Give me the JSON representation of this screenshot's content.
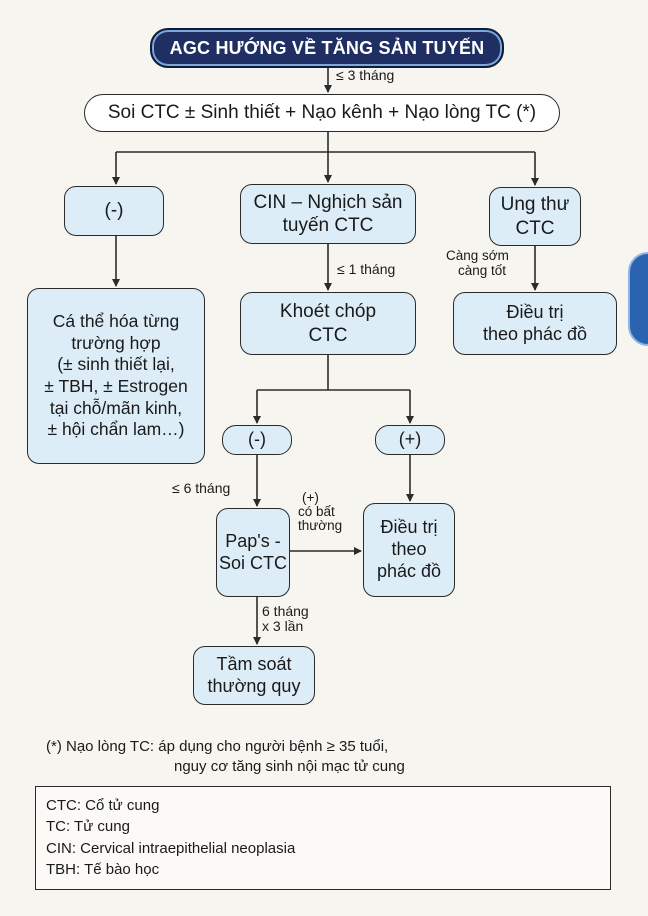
{
  "title": "AGC HƯỚNG VỀ TĂNG SẢN TUYẾN",
  "edge_labels": {
    "title_to_main": "≤ 3 tháng",
    "cin_to_khoet": "≤ 1 tháng",
    "ungthu_to_dieutri": [
      "Càng sớm",
      "càng tốt"
    ],
    "neg_to_paps": "≤ 6 tháng",
    "paps_to_dieutri": [
      "(+)",
      "có bất",
      "thường"
    ],
    "paps_to_tamsoat": [
      "6 tháng",
      "x 3 lần"
    ]
  },
  "nodes": {
    "main_procedure": "Soi CTC ± Sinh thiết + Nạo kênh + Nạo lòng TC (*)",
    "negative": "(-)",
    "cin": [
      "CIN – Nghịch sản",
      "tuyến CTC"
    ],
    "cancer": [
      "Ung thư",
      "CTC"
    ],
    "individualize": [
      "Cá thể hóa từng",
      "trường hợp",
      "(± sinh thiết lại,",
      "± TBH, ± Estrogen",
      "tại chỗ/mãn kinh,",
      "± hội chẩn lam…)"
    ],
    "conization": [
      "Khoét chóp",
      "CTC"
    ],
    "treat_protocol_1": [
      "Điều trị",
      "theo phác đồ"
    ],
    "cone_negative": "(-)",
    "cone_positive": "(+)",
    "paps": [
      "Pap's -",
      "Soi CTC"
    ],
    "treat_protocol_2": [
      "Điều trị",
      "theo",
      "phác đồ"
    ],
    "routine_screening": [
      "Tầm soát",
      "thường quy"
    ]
  },
  "footnote": [
    "(*) Nạo lòng TC: áp dụng cho người bệnh  ≥ 35 tuổi,",
    "nguy cơ tăng sinh nội mạc tử cung"
  ],
  "legend": [
    "CTC: Cổ tử cung",
    "TC: Tử cung",
    "CIN: Cervical intraepithelial neoplasia",
    "TBH: Tế bào học"
  ],
  "colors": {
    "title_bg": "#1f2f63",
    "box_fill": "#dcedf7",
    "line": "#2b2b2b",
    "edge_tab": "#2a64b0"
  }
}
